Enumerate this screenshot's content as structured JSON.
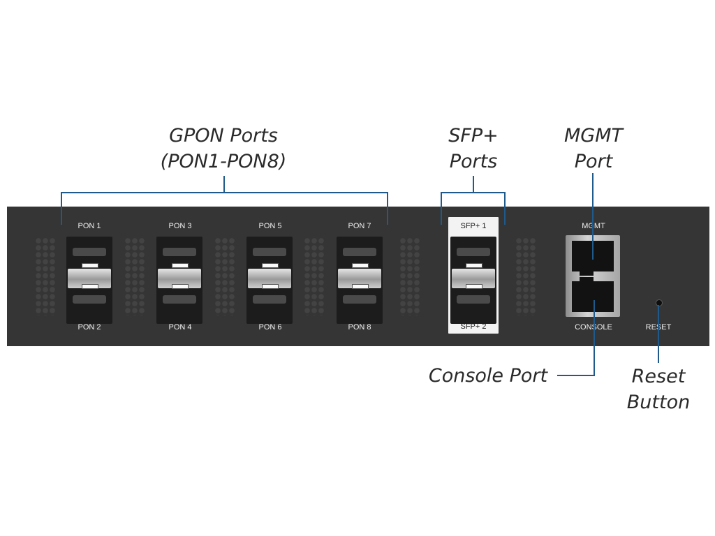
{
  "callouts": {
    "gpon": {
      "line1": "GPON Ports",
      "line2": "(PON1-PON8)"
    },
    "sfp": {
      "line1": "SFP+",
      "line2": "Ports"
    },
    "mgmt": {
      "line1": "MGMT",
      "line2": "Port"
    },
    "console": {
      "line1": "Console Port"
    },
    "reset": {
      "line1": "Reset",
      "line2": "Button"
    }
  },
  "panel": {
    "gpon_ports": [
      {
        "top": "PON 1",
        "bottom": "PON 2"
      },
      {
        "top": "PON 3",
        "bottom": "PON 4"
      },
      {
        "top": "PON 5",
        "bottom": "PON 6"
      },
      {
        "top": "PON 7",
        "bottom": "PON 8"
      }
    ],
    "sfp_ports": {
      "top": "SFP+ 1",
      "bottom": "SFP+ 2"
    },
    "mgmt_label": "MGMT",
    "console_label": "CONSOLE",
    "reset_label": "RESET"
  },
  "colors": {
    "chassis": "#353535",
    "leader_line": "#1f5a8a",
    "label_text": "#f2f2f2"
  }
}
